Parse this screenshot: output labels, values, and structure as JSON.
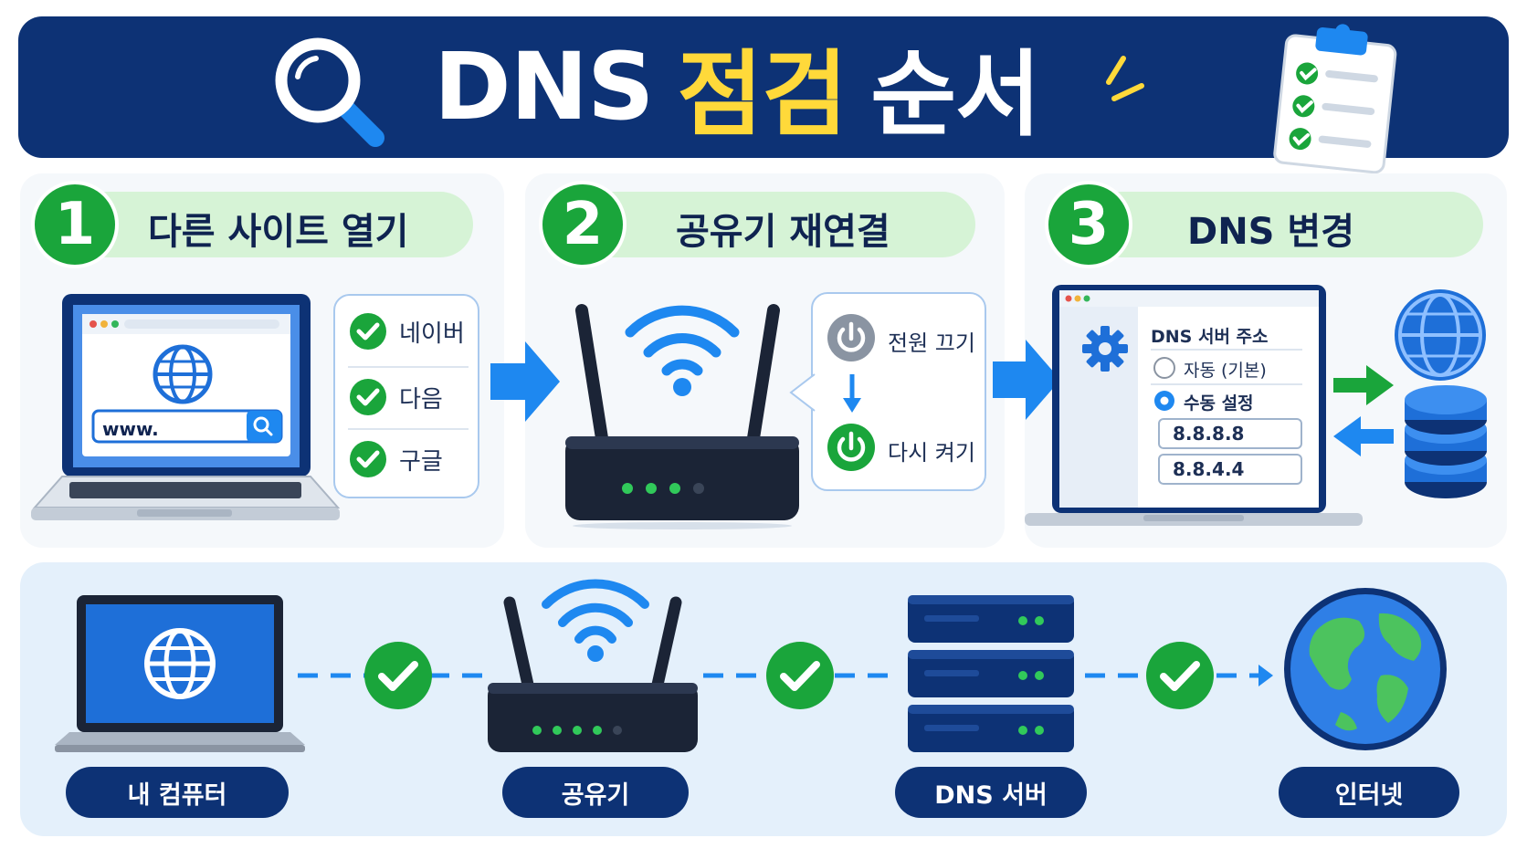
{
  "header": {
    "title_prefix": "DNS",
    "title_highlight": "점검",
    "title_suffix": "순서",
    "icons": [
      "magnifier-icon",
      "clipboard-checklist-icon"
    ]
  },
  "steps": [
    {
      "number": "1",
      "title": "다른 사이트 열기",
      "address_bar": "www.",
      "sites": [
        "네이버",
        "다음",
        "구글"
      ]
    },
    {
      "number": "2",
      "title": "공유기 재연결",
      "actions": [
        "전원 끄기",
        "다시 켜기"
      ]
    },
    {
      "number": "3",
      "title": "DNS 변경",
      "window_title": "DNS 서버 주소",
      "option_auto": "자동 (기본)",
      "option_manual": "수동 설정",
      "dns_primary": "8.8.8.8",
      "dns_secondary": "8.8.4.4"
    }
  ],
  "flow": {
    "nodes": [
      "내 컴퓨터",
      "공유기",
      "DNS 서버",
      "인터넷"
    ]
  },
  "colors": {
    "navy": "#0d3275",
    "green": "#1aa53b",
    "blue": "#1e88f0",
    "yellow": "#ffd93a",
    "step_bg": "#d6f3d6"
  }
}
